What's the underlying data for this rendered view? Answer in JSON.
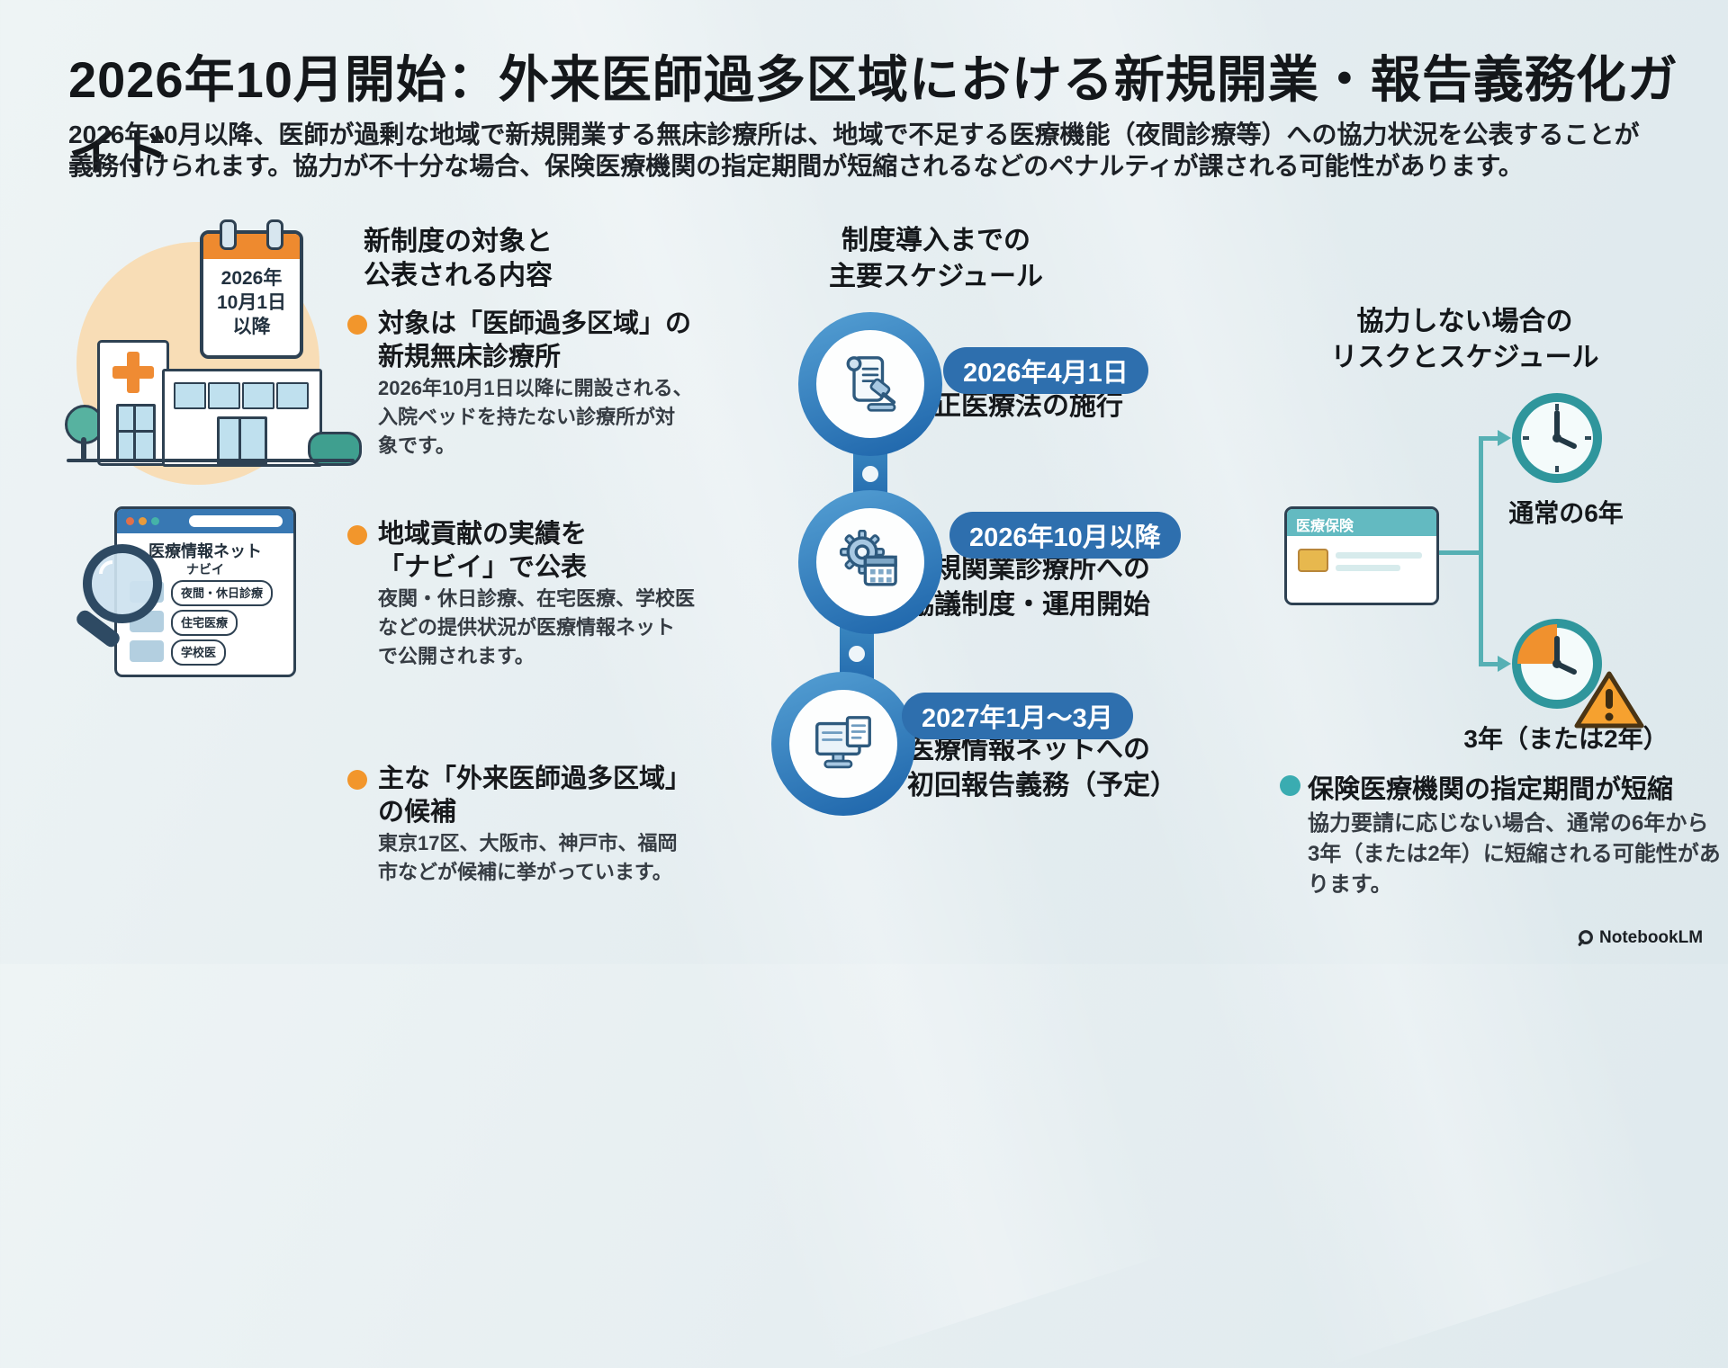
{
  "header": {
    "title": "2026年10月開始：外来医師過多区域における新規開業・報告義務化ガイド",
    "subtitle": "2026年10月以降、医師が過剰な地域で新規開業する無床診療所は、地域で不足する医療機能（夜間診療等）への協力状況を公表することが\n義務付けられます。協力が不十分な場合、保険医療機関の指定期間が短縮されるなどのペナルティが課される可能性があります。"
  },
  "left_section": {
    "calendar_label": "2026年\n10月1日\n以降",
    "heading": "新制度の対象と\n公表される内容",
    "bullets": [
      {
        "title": "対象は「医師過多区域」の\n新規無床診療所",
        "desc": "2026年10月1日以降に開設される、\n入院ベッドを持たない診療所が対\n象です。"
      },
      {
        "title": "地域貢献の実績を\n「ナビイ」で公表",
        "desc": "夜関・休日診療、在宅医療、学校医\nなどの提供状況が医療情報ネット\nで公開されます。"
      },
      {
        "title": "主な「外来医師過多区域」\nの候補",
        "desc": "東京17区、大阪市、神戸市、福岡\n市などが候補に挙がっています。"
      }
    ],
    "browser": {
      "title": "医療情報ネット",
      "subtitle": "ナビイ",
      "items": [
        "夜間・休日診療",
        "住宅医療",
        "学校医"
      ]
    }
  },
  "timeline_section": {
    "heading": "制度導入までの\n主要スケジュール",
    "milestones": [
      {
        "date": "2026年4月1日",
        "label": "改正医療法の施行",
        "icon": "law-document-gavel-icon"
      },
      {
        "date": "2026年10月以降",
        "label": "新規関業診療所への\n協議制度・運用開始",
        "icon": "gear-calendar-icon"
      },
      {
        "date": "2027年1月～3月",
        "label": "医療情報ネットへの\n初回報告義務（予定）",
        "icon": "computer-report-icon"
      }
    ]
  },
  "risk_section": {
    "heading": "協力しない場合の\nリスクとスケジュール",
    "card_label": "医療保険",
    "normal_label": "通常の6年",
    "reduced_label": "3年（または2年）",
    "bullet": {
      "title": "保険医療機関の指定期間が短縮",
      "desc": "協力要請に応じない場合、通常の6年から\n3年（または2年）に短縮される可能性があ\nります。"
    }
  },
  "footer": {
    "brand": "NotebookLM"
  },
  "colors": {
    "background": "#e6eef1",
    "accent_orange": "#f2962c",
    "accent_blue": "#2e6fae",
    "accent_teal": "#56b0b4",
    "calendar_orange": "#ee8a2f",
    "outline_dark": "#2e4152",
    "text_dark": "#16191d"
  }
}
